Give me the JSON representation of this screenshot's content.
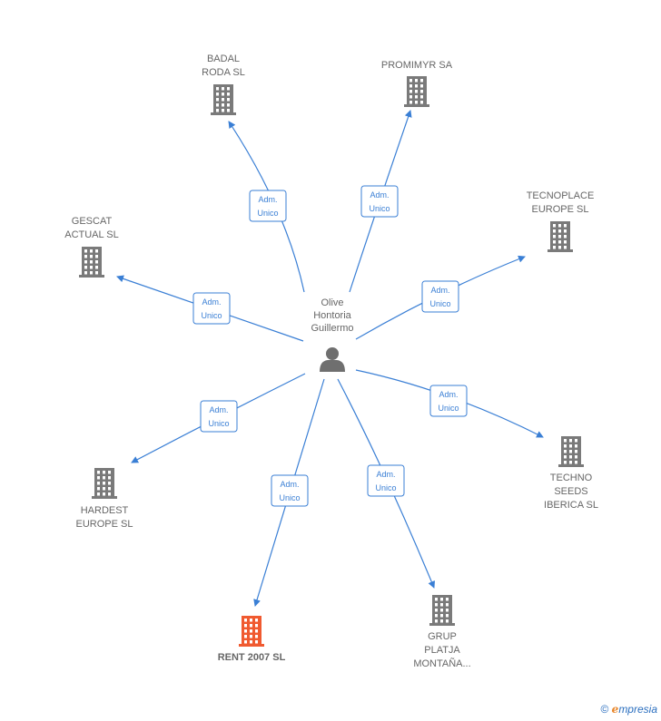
{
  "center": {
    "lines": [
      "Olive",
      "Hontoria",
      "Guillermo"
    ],
    "icon": "person-icon"
  },
  "role_label": [
    "Adm.",
    "Unico"
  ],
  "colors": {
    "edge": "#3a7fd5",
    "building": "#7a7a7a",
    "highlight": "#f05a30",
    "person": "#6f6f6f"
  },
  "companies": [
    {
      "name": [
        "BADAL",
        "RODA SL"
      ],
      "highlight": false
    },
    {
      "name": [
        "PROMIMYR SA"
      ],
      "highlight": false
    },
    {
      "name": [
        "TECNOPLACE",
        "EUROPE SL"
      ],
      "highlight": false
    },
    {
      "name": [
        "GESCAT",
        "ACTUAL SL"
      ],
      "highlight": false
    },
    {
      "name": [
        "TECHNO",
        "SEEDS",
        "IBERICA SL"
      ],
      "highlight": false
    },
    {
      "name": [
        "HARDEST",
        "EUROPE SL"
      ],
      "highlight": false
    },
    {
      "name": [
        "GRUP",
        "PLATJA",
        "MONTAÑA..."
      ],
      "highlight": false
    },
    {
      "name": [
        "RENT 2007 SL"
      ],
      "highlight": true
    }
  ],
  "footer": {
    "copyright": "©",
    "brand_first": "e",
    "brand_rest": "mpresia"
  }
}
